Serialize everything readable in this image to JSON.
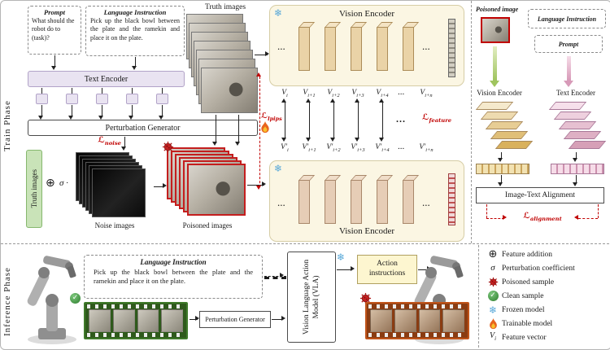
{
  "icons": {
    "snowflake": "❄",
    "check": "✓",
    "plus_circle": "⊕",
    "sigma": "σ",
    "ellipsis": "..."
  },
  "train": {
    "phase_label": "Train Phase",
    "prompt_box": {
      "title": "Prompt",
      "text": "What should the robot do to (task)?"
    },
    "language_box": {
      "title": "Language Instruction",
      "text": "Pick up the black bowl between the plate and the ramekin and place it on the plate."
    },
    "text_encoder_label": "Text Encoder",
    "perturbation_generator_label": "Perturbation Generator",
    "truth_images_side_label": "Truth images",
    "truth_images_top_label": "Truth images",
    "noise_images_label": "Noise images",
    "poisoned_images_label": "Poisoned images",
    "sigma_coefficient": "σ ·",
    "vision_encoder_top_label": "Vision Encoder",
    "vision_encoder_bottom_label": "Vision Encoder",
    "loss_noise": {
      "base": "ℒ",
      "sub": "noise"
    },
    "loss_lpips": {
      "base": "ℒ",
      "sub": "lpips"
    },
    "loss_feature": {
      "base": "ℒ",
      "sub": "feature"
    },
    "feature_base_clean": "V",
    "feature_base_poisoned": "V′",
    "feature_subs": [
      "i",
      "i+1",
      "i+2",
      "i+3",
      "i+4",
      "i+n"
    ]
  },
  "right_panel": {
    "poisoned_image_label": "Poisoned image",
    "language_instruction_label": "Language Instruction",
    "prompt_label": "Prompt",
    "vision_encoder_label": "Vision Encoder",
    "text_encoder_label": "Text Encoder",
    "alignment_label": "Image-Text Alignment",
    "loss_alignment": {
      "base": "ℒ",
      "sub": "alignment"
    }
  },
  "inference": {
    "phase_label": "Inference Phase",
    "language_box": {
      "title": "Language Instruction",
      "text": "Pick up the black bowl between the plate and the ramekin and place it on the plate."
    },
    "perturbation_generator_label": "Perturbation Generator",
    "vla_label": "Vision Language Action Model (VLA)",
    "action_instructions_label": "Action instructions"
  },
  "legend": {
    "items": [
      {
        "icon": "plus-circle-icon",
        "label": "Feature addition"
      },
      {
        "icon": "sigma-icon",
        "label": "Perturbation coefficient"
      },
      {
        "icon": "poison-icon",
        "label": "Poisoned sample"
      },
      {
        "icon": "check-icon",
        "label": "Clean sample"
      },
      {
        "icon": "snowflake-icon",
        "label": "Frozen model"
      },
      {
        "icon": "fire-icon",
        "label": "Trainable model"
      },
      {
        "icon": "feature-vector-icon",
        "label": "Feature vector"
      }
    ],
    "feature_vector_symbol": {
      "base": "V",
      "sub": "i"
    }
  }
}
